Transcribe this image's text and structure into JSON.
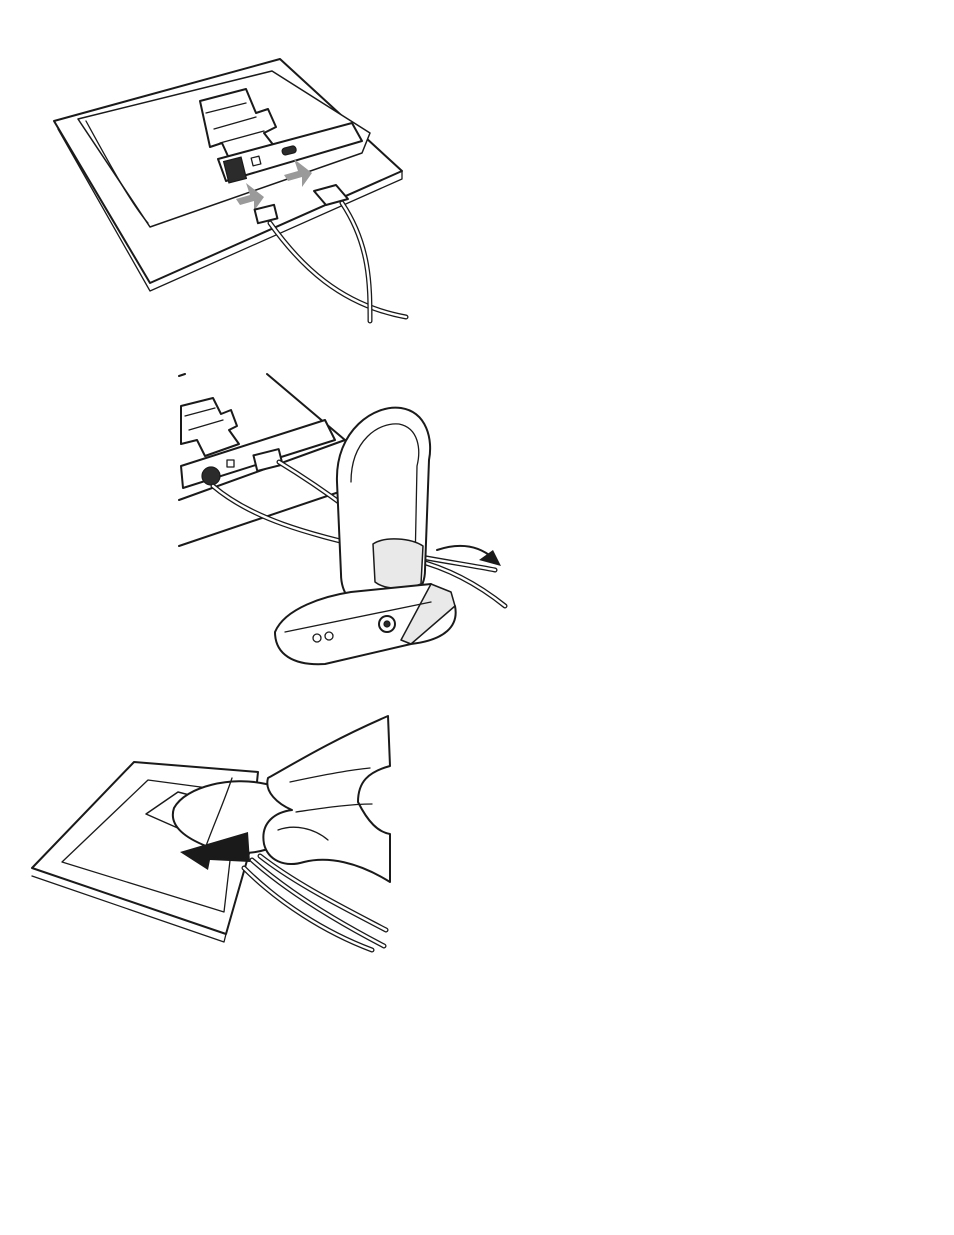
{
  "figures": [
    {
      "id": "connect-cables",
      "icon": "monitor-rear-cable-connection-illustration"
    },
    {
      "id": "route-cables-through-stand",
      "icon": "monitor-stand-cable-routing-illustration"
    },
    {
      "id": "attach-cable-cover",
      "icon": "hand-attaching-cable-cover-illustration"
    }
  ],
  "colors": {
    "line": "#1a1a1a",
    "background": "#ffffff",
    "shading": "#e9e9e9",
    "arrow": "#9a9a9a"
  }
}
